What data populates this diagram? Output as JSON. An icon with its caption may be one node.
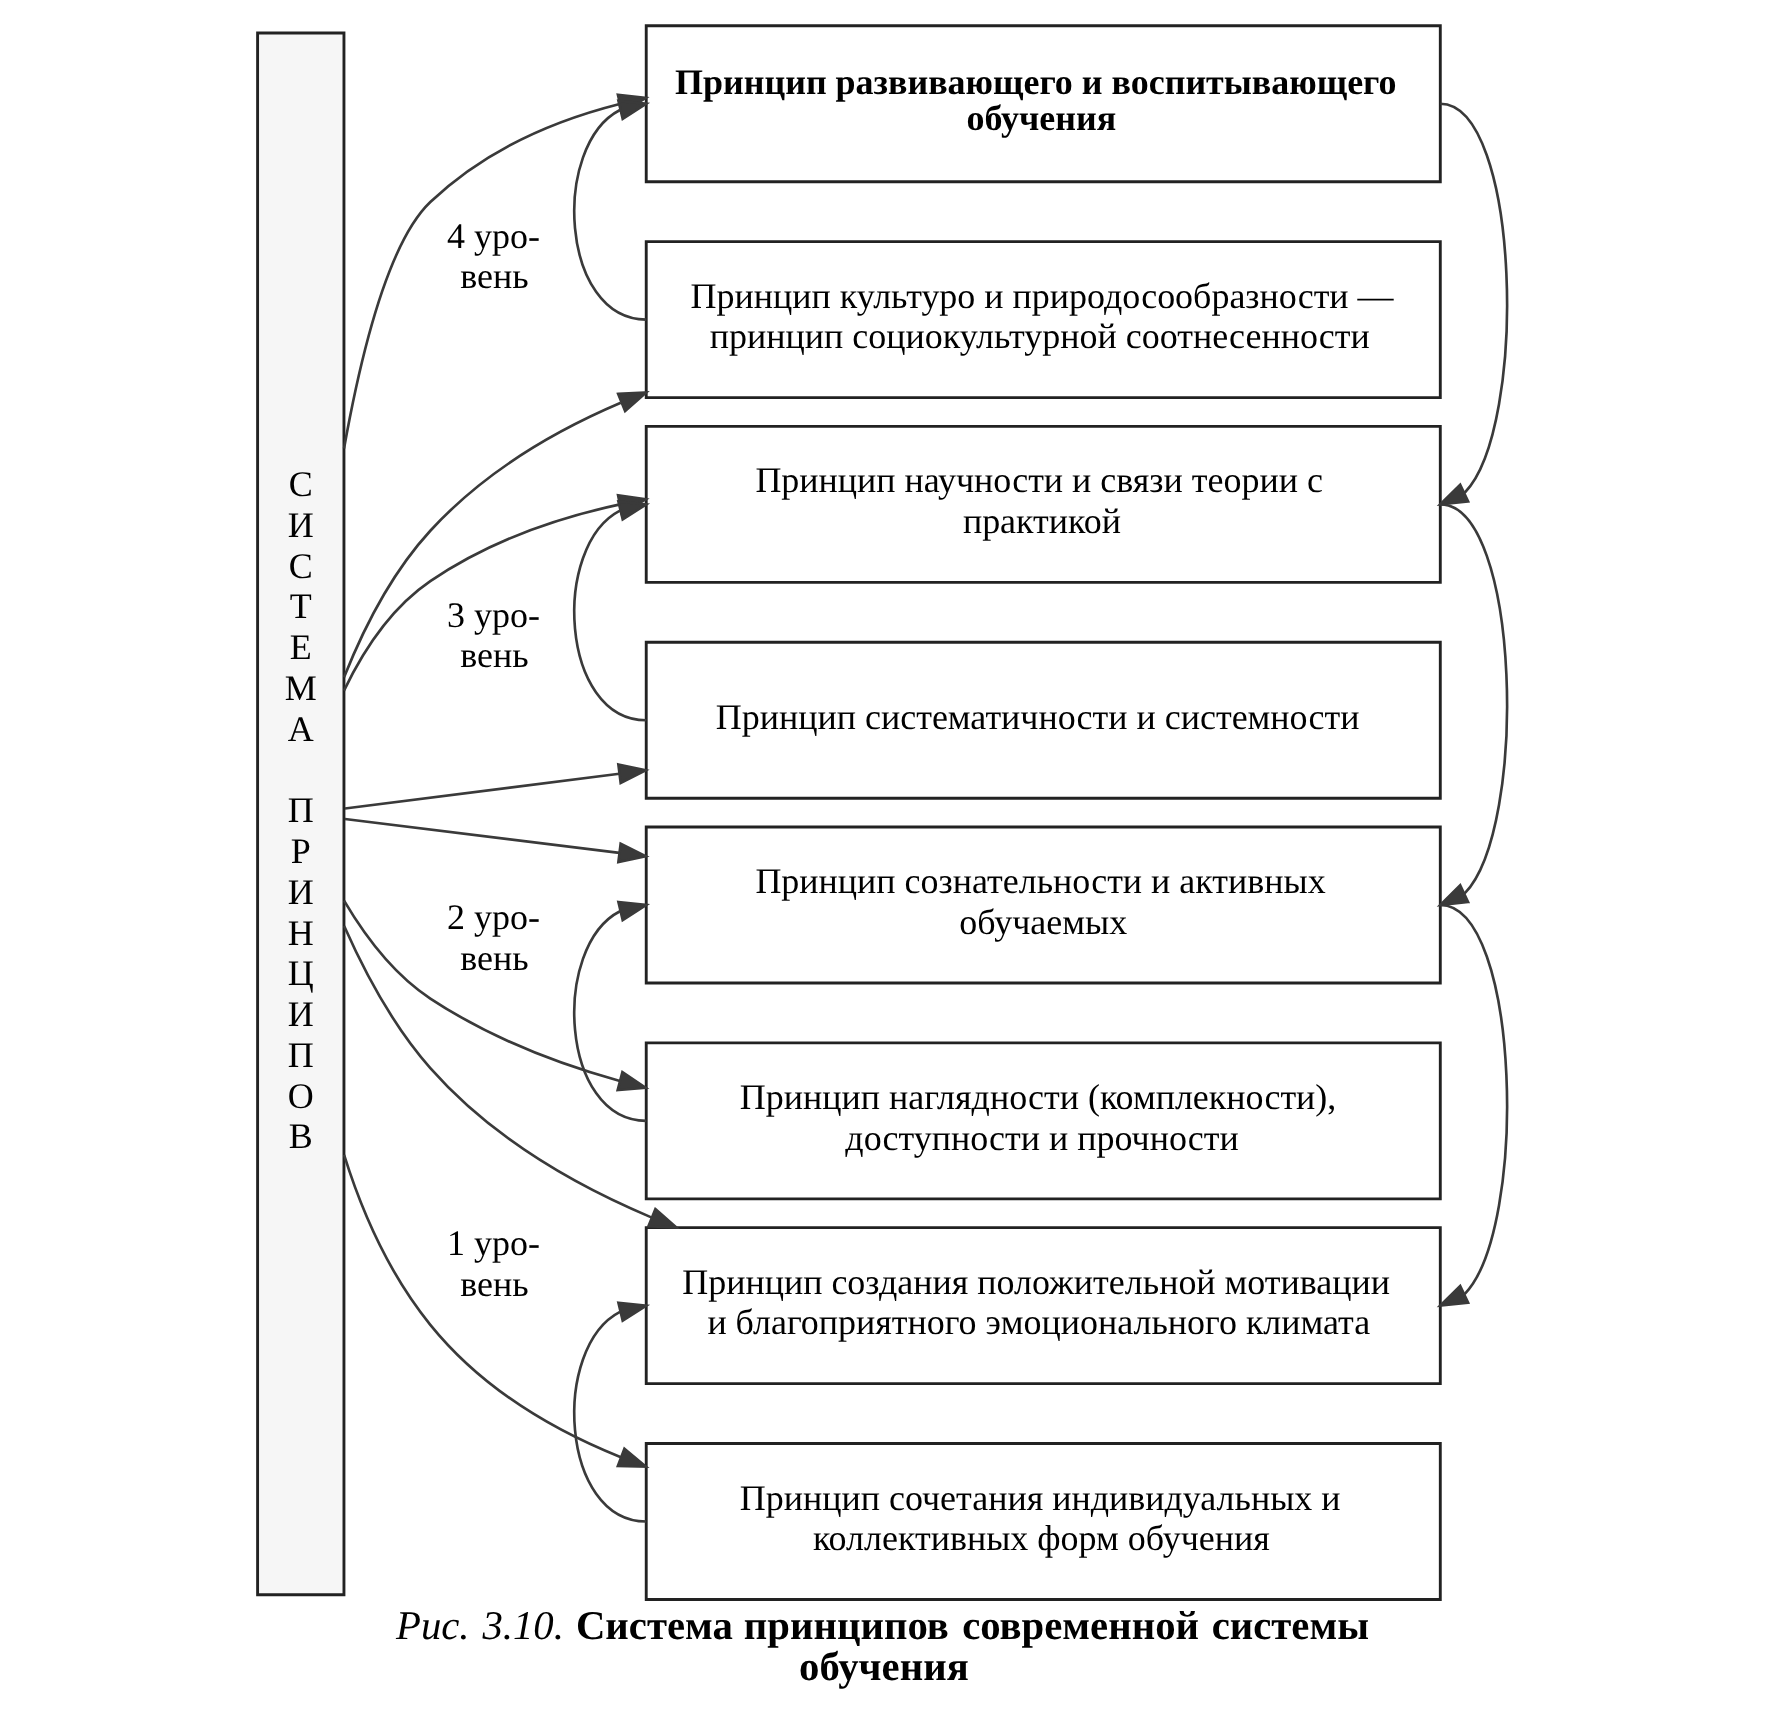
{
  "diagram": {
    "caption": "*Рис. 3.10.* **Система принципов современной системы обучения**",
    "nodes": [
      {
        "text": [
          "СИСТЕМА ПРИНЦИПОВ"
        ]
      },
      {
        "text": [
          "Принцип развивающего и воспитывающего обучения"
        ]
      },
      {
        "text": [
          "Принцип культуро и природосообразности — принцип социокультурной соотнесенности"
        ]
      },
      {
        "text": [
          "Принцип научности и связи теории с практикой"
        ]
      },
      {
        "text": [
          "Принцип систематичности и системности"
        ]
      },
      {
        "text": [
          "Принцип сознательности и активных обучаемых"
        ]
      },
      {
        "text": [
          "Принцип наглядности (комплекности), доступности и прочности"
        ]
      },
      {
        "text": [
          "Принцип создания положительной мотивации и благоприятного эмоционального климата"
        ]
      },
      {
        "text": [
          "Принцип сочетания индивидуальных и коллективных форм обучения"
        ]
      }
    ],
    "edges": [
      {
        "from": 0,
        "to": 1,
        "arrow": "to"
      },
      {
        "from": 0,
        "to": 2,
        "arrow": "to"
      },
      {
        "from": 0,
        "to": 3,
        "arrow": "to"
      },
      {
        "from": 0,
        "to": 4,
        "arrow": "to"
      },
      {
        "from": 0,
        "to": 5,
        "arrow": "to"
      },
      {
        "from": 0,
        "to": 6,
        "arrow": "to"
      },
      {
        "from": 0,
        "to": 7,
        "arrow": "to"
      },
      {
        "from": 0,
        "to": 8,
        "arrow": "to"
      },
      {
        "from": 2,
        "to": 1,
        "arrow": "to"
      },
      {
        "from": 4,
        "to": 3,
        "arrow": "to"
      },
      {
        "from": 6,
        "to": 5,
        "arrow": "to"
      },
      {
        "from": 8,
        "to": 7,
        "arrow": "to"
      },
      {
        "from": 1,
        "to": 3,
        "arrow": "to"
      },
      {
        "from": 3,
        "to": 5,
        "arrow": "to"
      },
      {
        "from": 5,
        "to": 7,
        "arrow": "to"
      }
    ],
    "labels": [
      "4 уро- вень",
      "3 уро- вень",
      "2 уро- вень",
      "1 уро- вень"
    ]
  }
}
